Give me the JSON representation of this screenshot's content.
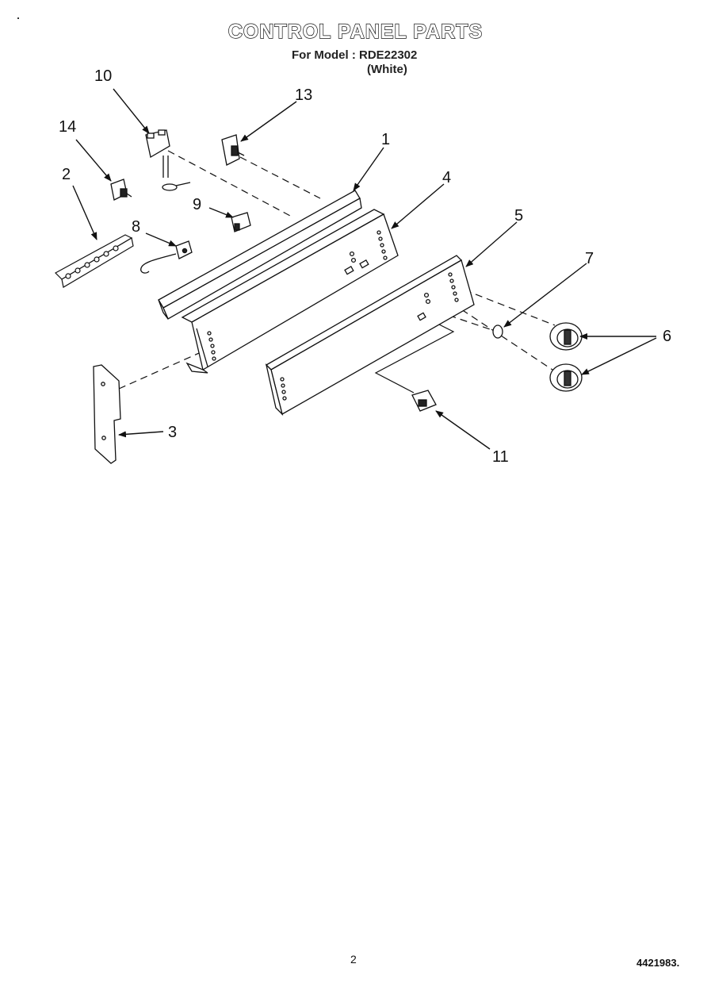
{
  "header": {
    "title": "CONTROL PANEL PARTS",
    "model_line": "For Model : RDE22302",
    "color_line": "(White)"
  },
  "callouts": {
    "p1": "1",
    "p2": "2",
    "p3": "3",
    "p4": "4",
    "p5": "5",
    "p6": "6",
    "p7": "7",
    "p8": "8",
    "p9": "9",
    "p10": "10",
    "p11": "11",
    "p13": "13",
    "p14": "14"
  },
  "footer": {
    "page_number": "2",
    "document_number": "4421983."
  }
}
